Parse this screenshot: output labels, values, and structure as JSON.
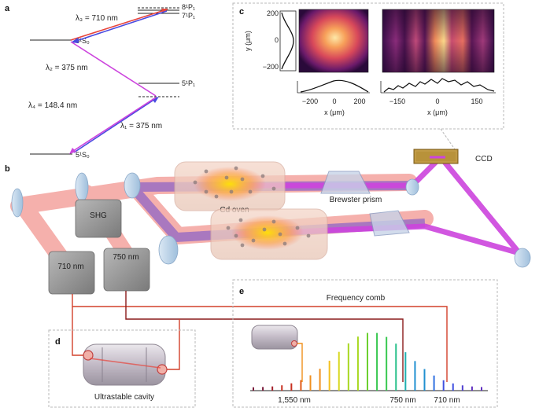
{
  "panels": {
    "a": {
      "letter": "a",
      "levels": [
        "8¹P₁",
        "7¹P₁",
        "6¹S₀",
        "5¹P₁",
        "5¹S₀"
      ],
      "transitions": [
        "λ₃ = 710 nm",
        "λ₂ = 375 nm",
        "λ₄ = 148.4 nm",
        "λ₁ = 375 nm"
      ]
    },
    "b": {
      "letter": "b",
      "labels": {
        "shg": "SHG",
        "laser_710": "710 nm",
        "laser_750": "750 nm",
        "cd_oven": "Cd oven",
        "brewster": "Brewster prism",
        "ccd": "CCD"
      }
    },
    "c": {
      "letter": "c",
      "y_label": "y (μm)",
      "x_label": "x (μm)",
      "y_ticks": [
        "200",
        "0",
        "−200"
      ],
      "x_ticks_left": [
        "−200",
        "0",
        "200"
      ],
      "x_ticks_right": [
        "−150",
        "0",
        "150"
      ]
    },
    "d": {
      "letter": "d",
      "caption": "Ultrastable cavity"
    },
    "e": {
      "letter": "e",
      "title": "Frequency comb",
      "labels": [
        "1,550 nm",
        "750 nm",
        "710 nm"
      ]
    }
  },
  "colors": {
    "red_beam": "#e8453c",
    "blue_beam": "#4a4ae0",
    "magenta_beam": "#cc44dd",
    "fiber_red": "#d2402a",
    "fiber_dark": "#8a1a1a",
    "orange_fiber": "#f0901c",
    "dashed_box": "#b8b8b8"
  },
  "icons": [
    "energy-level-diagram",
    "laser-box",
    "mirror",
    "oven",
    "prism",
    "ccd-chip",
    "cavity",
    "comb-spectrum"
  ]
}
